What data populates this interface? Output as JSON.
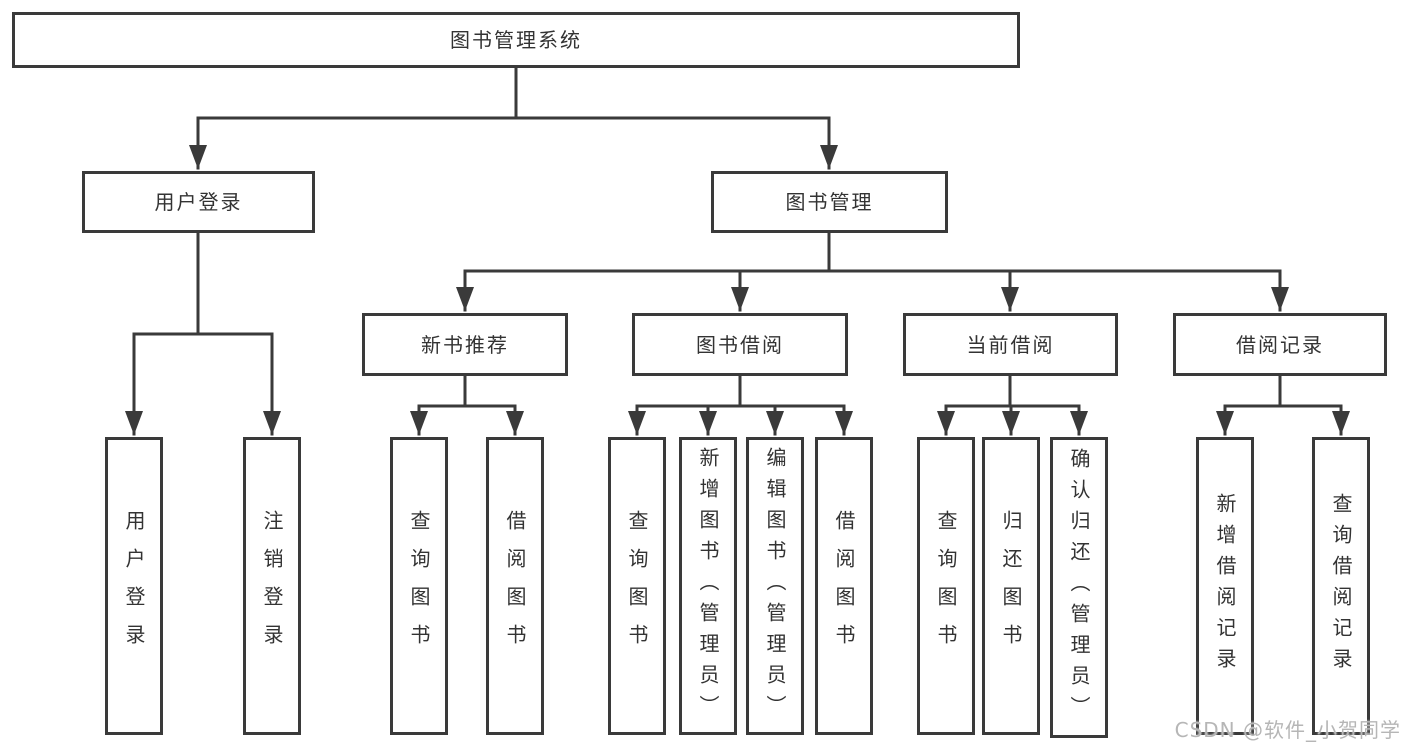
{
  "tree": {
    "label": "图书管理系统",
    "children": [
      {
        "label": "用户登录",
        "leaves": [
          "用户登录",
          "注销登录"
        ]
      },
      {
        "label": "图书管理",
        "children": [
          {
            "label": "新书推荐",
            "leaves": [
              "查询图书",
              "借阅图书"
            ]
          },
          {
            "label": "图书借阅",
            "leaves": [
              "查询图书",
              "新增图书（管理员）",
              "编辑图书（管理员）",
              "借阅图书"
            ]
          },
          {
            "label": "当前借阅",
            "leaves": [
              "查询图书",
              "归还图书",
              "确认归还（管理员）"
            ]
          },
          {
            "label": "借阅记录",
            "leaves": [
              "新增借阅记录",
              "查询借阅记录"
            ]
          }
        ]
      }
    ]
  },
  "watermark": "CSDN @软件_小贺同学",
  "colors": {
    "line": "#3a3a3a",
    "text": "#333333",
    "background": "#ffffff",
    "watermark": "#b6b6b6"
  }
}
